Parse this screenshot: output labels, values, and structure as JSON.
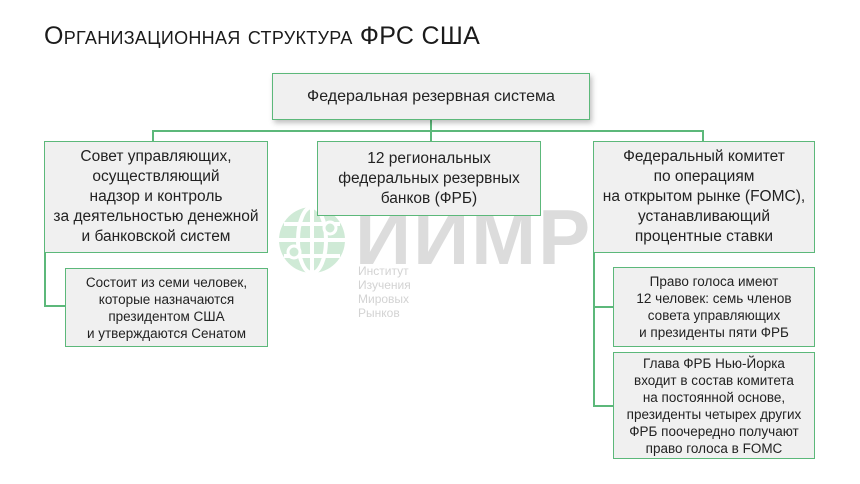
{
  "title": "Организационная структура ФРС США",
  "root": {
    "label": "Федеральная резервная система"
  },
  "branches": [
    {
      "label": "Совет управляющих,\nосуществляющий\nнадзор и контроль\nза деятельностью денежной\nи банковской систем",
      "children": [
        {
          "label": "Состоит из семи человек,\nкоторые назначаются\nпрезидентом США\nи утверждаются Сенатом"
        }
      ]
    },
    {
      "label": "12 региональных\nфедеральных резервных\nбанков (ФРБ)",
      "children": []
    },
    {
      "label": "Федеральный комитет\nпо операциям\nна открытом рынке (FOMC),\nустанавливающий\nпроцентные ставки",
      "children": [
        {
          "label": "Право голоса имеют\n12 человек: семь членов\nсовета управляющих\nи президенты пяти ФРБ"
        },
        {
          "label": "Глава ФРБ Нью-Йорка\nвходит в состав комитета\nна постоянной основе,\nпрезиденты четырех других\nФРБ поочередно получают\nправо голоса в FOMC"
        }
      ]
    }
  ],
  "watermark": {
    "icon": "globe-network-icon",
    "text": "ИИМР",
    "subtitle": "Институт Изучения Мировых Рынков"
  },
  "colors": {
    "border": "#5cb87a",
    "box_fill": "#f0f0f0",
    "watermark_green": "#c8e8d0"
  }
}
